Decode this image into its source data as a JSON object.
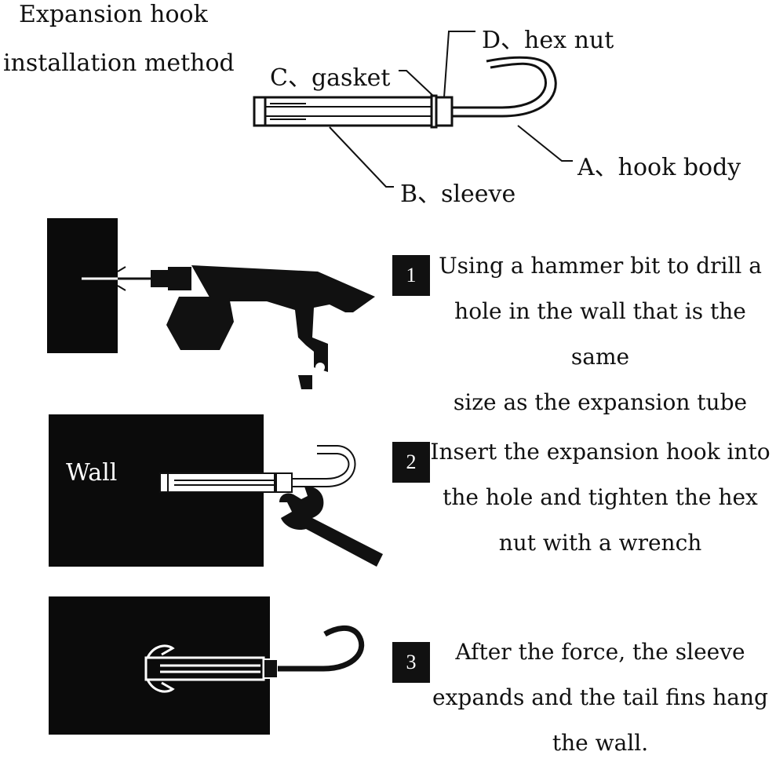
{
  "title": {
    "line1": "Expansion hook",
    "line2": "installation method"
  },
  "parts": {
    "d": "D、hex nut",
    "c": "C、gasket",
    "a": "A、hook body",
    "b": "B、sleeve"
  },
  "steps": [
    {
      "number": "1",
      "lines": [
        "Using a hammer bit to drill a",
        "hole in the wall that is the same",
        "size as the expansion tube"
      ]
    },
    {
      "number": "2",
      "lines": [
        "Insert the expansion hook into",
        "the hole and tighten the hex",
        "nut with a wrench"
      ]
    },
    {
      "number": "3",
      "lines": [
        "After the force, the sleeve",
        "expands and the tail fins hang",
        "the wall."
      ]
    }
  ],
  "wall_label": "Wall",
  "colors": {
    "ink": "#111111",
    "wall": "#0b0b0b",
    "background": "#ffffff"
  }
}
